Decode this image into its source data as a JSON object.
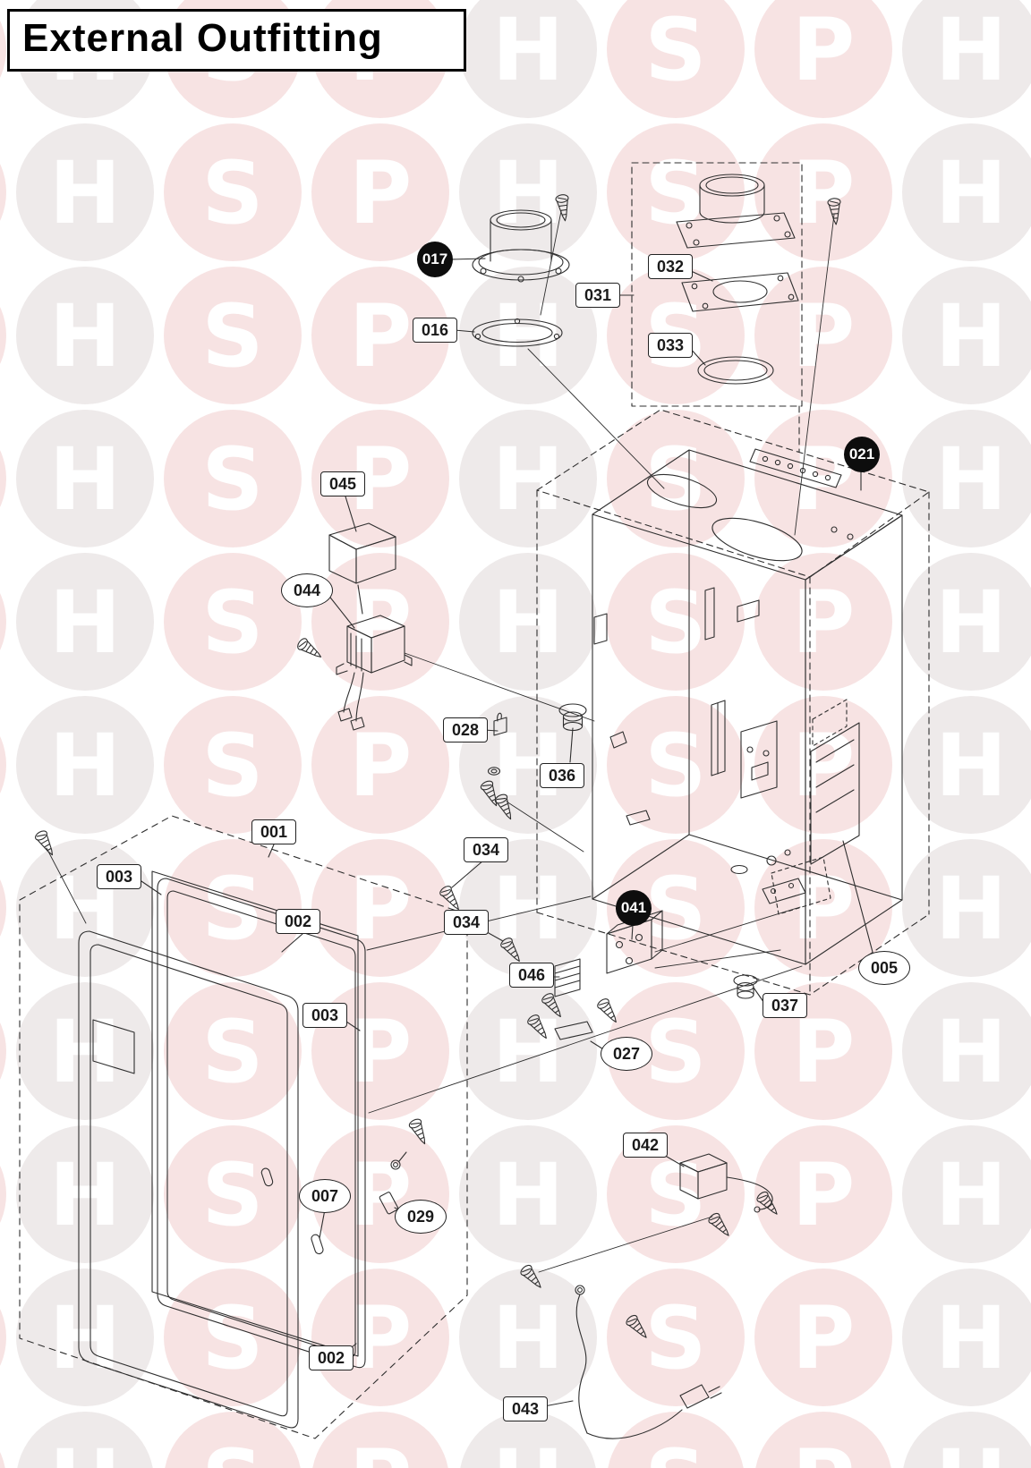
{
  "page": {
    "title": "External Outfitting"
  },
  "watermark": {
    "letters": [
      "H",
      "S",
      "P"
    ],
    "circle_colors": [
      "#eeeaea",
      "#f7e3e3",
      "#f7e3e3"
    ],
    "letter_color": "#ffffff"
  },
  "labels": [
    {
      "text": "017",
      "shape": "dark-circle"
    },
    {
      "text": "016",
      "shape": "box"
    },
    {
      "text": "031",
      "shape": "box"
    },
    {
      "text": "032",
      "shape": "box"
    },
    {
      "text": "033",
      "shape": "box"
    },
    {
      "text": "021",
      "shape": "dark-circle"
    },
    {
      "text": "045",
      "shape": "box"
    },
    {
      "text": "044",
      "shape": "oval"
    },
    {
      "text": "028",
      "shape": "box"
    },
    {
      "text": "036",
      "shape": "box"
    },
    {
      "text": "001",
      "shape": "box"
    },
    {
      "text": "003",
      "shape": "box"
    },
    {
      "text": "002",
      "shape": "box"
    },
    {
      "text": "003",
      "shape": "box"
    },
    {
      "text": "034",
      "shape": "box"
    },
    {
      "text": "034",
      "shape": "box"
    },
    {
      "text": "041",
      "shape": "dark-circle"
    },
    {
      "text": "046",
      "shape": "box"
    },
    {
      "text": "005",
      "shape": "oval"
    },
    {
      "text": "037",
      "shape": "box"
    },
    {
      "text": "027",
      "shape": "oval"
    },
    {
      "text": "042",
      "shape": "box"
    },
    {
      "text": "007",
      "shape": "oval"
    },
    {
      "text": "029",
      "shape": "oval"
    },
    {
      "text": "002",
      "shape": "box"
    },
    {
      "text": "043",
      "shape": "box"
    }
  ]
}
